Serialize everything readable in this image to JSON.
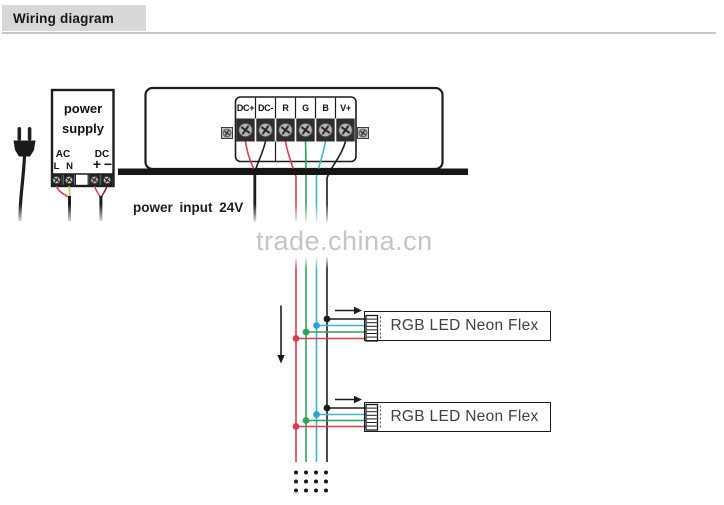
{
  "title": "Wiring diagram",
  "power_supply": {
    "name": "power supply",
    "ac_label": "AC",
    "dc_label": "DC",
    "pin_l": "L",
    "pin_n": "N",
    "pin_plus": "+",
    "pin_minus": "−"
  },
  "controller": {
    "terminals": [
      "DC+",
      "DC-",
      "R",
      "G",
      "B",
      "V+"
    ]
  },
  "power_input_label": "power input 24V",
  "watermark": "trade.china.cn",
  "flex_boxes": [
    {
      "label": "RGB LED Neon Flex"
    },
    {
      "label": "RGB LED Neon Flex"
    }
  ],
  "colors": {
    "wire_red": "#d9404a",
    "wire_green": "#2aa45f",
    "wire_cyan": "#3fb6c9",
    "wire_black": "#1c1c1c",
    "wire_yellow": "#d2c23a",
    "dot_blue": "#2d9fe0",
    "outline": "#1c1c1c",
    "title_bg": "#d8d8d8",
    "divider": "#c9c9c9",
    "watermark": "#c5c5c5",
    "screw_body": "#2e2e2e",
    "screw_head": "#b3b3b3",
    "text_dark": "#1f1f1f",
    "box_text": "#3c4240"
  }
}
